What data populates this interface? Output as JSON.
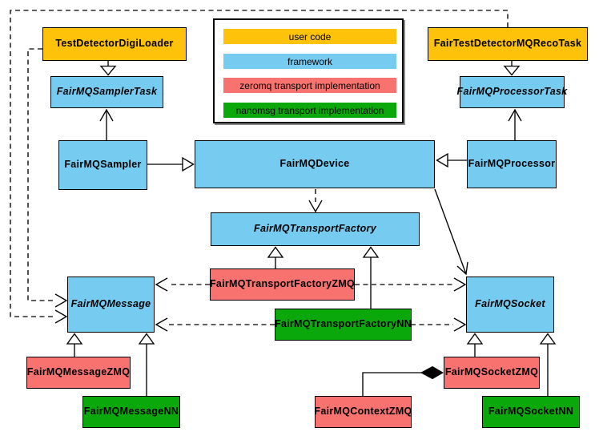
{
  "colors": {
    "user_code": "#FFC20A",
    "framework": "#76CBF1",
    "zeromq": "#F8736F",
    "nanomsg": "#0BA80B",
    "edge": "#000000",
    "background": "#FFFFFF"
  },
  "legend": {
    "items": [
      {
        "label": "user code",
        "color_key": "user_code"
      },
      {
        "label": "framework",
        "color_key": "framework"
      },
      {
        "label": "zeromq transport implementation",
        "color_key": "zeromq"
      },
      {
        "label": "nanomsg transport implementation",
        "color_key": "nanomsg"
      }
    ]
  },
  "nodes": {
    "digi_loader": {
      "label": "TestDetectorDigiLoader",
      "category": "user_code",
      "abstract": false
    },
    "sampler_task": {
      "label": "FairMQSamplerTask",
      "category": "framework",
      "abstract": true
    },
    "sampler": {
      "label": "FairMQSampler",
      "category": "framework",
      "abstract": false
    },
    "device": {
      "label": "FairMQDevice",
      "category": "framework",
      "abstract": false
    },
    "processor": {
      "label": "FairMQProcessor",
      "category": "framework",
      "abstract": false
    },
    "processor_task": {
      "label": "FairMQProcessorTask",
      "category": "framework",
      "abstract": true
    },
    "reco_task": {
      "label": "FairTestDetectorMQRecoTask",
      "category": "user_code",
      "abstract": false
    },
    "transport_factory": {
      "label": "FairMQTransportFactory",
      "category": "framework",
      "abstract": true
    },
    "transport_factory_zmq": {
      "label": "FairMQTransportFactoryZMQ",
      "category": "zeromq",
      "abstract": false
    },
    "transport_factory_nn": {
      "label": "FairMQTransportFactoryNN",
      "category": "nanomsg",
      "abstract": false
    },
    "message": {
      "label": "FairMQMessage",
      "category": "framework",
      "abstract": true
    },
    "message_zmq": {
      "label": "FairMQMessageZMQ",
      "category": "zeromq",
      "abstract": false
    },
    "message_nn": {
      "label": "FairMQMessageNN",
      "category": "nanomsg",
      "abstract": false
    },
    "socket": {
      "label": "FairMQSocket",
      "category": "framework",
      "abstract": true
    },
    "socket_zmq": {
      "label": "FairMQSocketZMQ",
      "category": "zeromq",
      "abstract": false
    },
    "socket_nn": {
      "label": "FairMQSocketNN",
      "category": "nanomsg",
      "abstract": false
    },
    "context_zmq": {
      "label": "FairMQContextZMQ",
      "category": "zeromq",
      "abstract": false
    }
  },
  "edges": [
    {
      "from": "TestDetectorDigiLoader",
      "to": "FairMQSamplerTask",
      "type": "generalization"
    },
    {
      "from": "FairMQSampler",
      "to": "FairMQSamplerTask",
      "type": "association-arrow"
    },
    {
      "from": "FairMQSampler",
      "to": "FairMQDevice",
      "type": "generalization"
    },
    {
      "from": "FairTestDetectorMQRecoTask",
      "to": "FairMQProcessorTask",
      "type": "generalization"
    },
    {
      "from": "FairMQProcessor",
      "to": "FairMQProcessorTask",
      "type": "association-arrow"
    },
    {
      "from": "FairMQProcessor",
      "to": "FairMQDevice",
      "type": "generalization"
    },
    {
      "from": "FairMQDevice",
      "to": "FairMQTransportFactory",
      "type": "dependency-dashed"
    },
    {
      "from": "FairMQDevice",
      "to": "FairMQSocket",
      "type": "association-arrow"
    },
    {
      "from": "FairMQTransportFactoryZMQ",
      "to": "FairMQTransportFactory",
      "type": "generalization"
    },
    {
      "from": "FairMQTransportFactoryNN",
      "to": "FairMQTransportFactory",
      "type": "generalization"
    },
    {
      "from": "FairMQTransportFactoryZMQ",
      "to": "FairMQMessage",
      "type": "dependency-dashed"
    },
    {
      "from": "FairMQTransportFactoryNN",
      "to": "FairMQMessage",
      "type": "dependency-dashed"
    },
    {
      "from": "FairMQTransportFactoryZMQ",
      "to": "FairMQSocket",
      "type": "dependency-dashed"
    },
    {
      "from": "FairMQTransportFactoryNN",
      "to": "FairMQSocket",
      "type": "dependency-dashed"
    },
    {
      "from": "FairMQMessageZMQ",
      "to": "FairMQMessage",
      "type": "generalization"
    },
    {
      "from": "FairMQMessageNN",
      "to": "FairMQMessage",
      "type": "generalization"
    },
    {
      "from": "FairMQSocketZMQ",
      "to": "FairMQSocket",
      "type": "generalization"
    },
    {
      "from": "FairMQSocketNN",
      "to": "FairMQSocket",
      "type": "generalization"
    },
    {
      "from": "FairMQContextZMQ",
      "to": "FairMQSocketZMQ",
      "type": "composition"
    },
    {
      "from": "TestDetectorDigiLoader",
      "to": "FairMQMessage",
      "type": "dependency-dashed"
    },
    {
      "from": "FairTestDetectorMQRecoTask",
      "to": "FairMQMessage",
      "type": "dependency-dashed"
    }
  ]
}
